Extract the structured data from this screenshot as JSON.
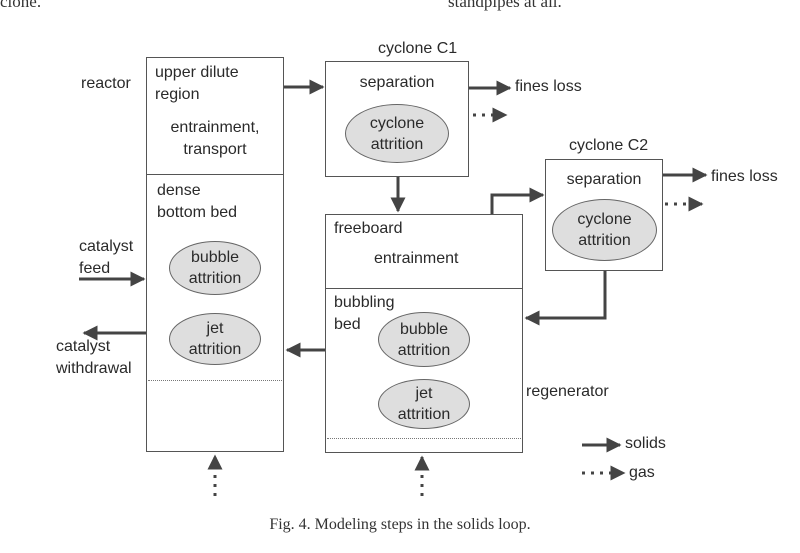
{
  "page_text": {
    "cut_left": "clone.",
    "cut_right": "standpipes at all."
  },
  "reactor": {
    "label": "reactor",
    "upper_title_1": "upper dilute",
    "upper_title_2": "region",
    "upper_process_1": "entrainment,",
    "upper_process_2": "transport",
    "lower_title_1": "dense",
    "lower_title_2": "bottom bed",
    "ellipse_1": [
      "bubble",
      "attrition"
    ],
    "ellipse_2": [
      "jet",
      "attrition"
    ]
  },
  "inputs": {
    "feed_1": "catalyst",
    "feed_2": "feed",
    "withdrawal_1": "catalyst",
    "withdrawal_2": "withdrawal"
  },
  "cyclone_c1": {
    "label": "cyclone C1",
    "process": "separation",
    "ellipse": [
      "cyclone",
      "attrition"
    ],
    "output": "fines loss"
  },
  "cyclone_c2": {
    "label": "cyclone C2",
    "process": "separation",
    "ellipse": [
      "cyclone",
      "attrition"
    ],
    "output": "fines loss"
  },
  "regenerator": {
    "label": "regenerator",
    "upper_title": "freeboard",
    "upper_process": "entrainment",
    "lower_title_1": "bubbling",
    "lower_title_2": "bed",
    "ellipse_1": [
      "bubble",
      "attrition"
    ],
    "ellipse_2": [
      "jet",
      "attrition"
    ]
  },
  "legend": {
    "solids": "solids",
    "gas": "gas"
  },
  "caption": "Fig. 4. Modeling steps in the solids loop."
}
